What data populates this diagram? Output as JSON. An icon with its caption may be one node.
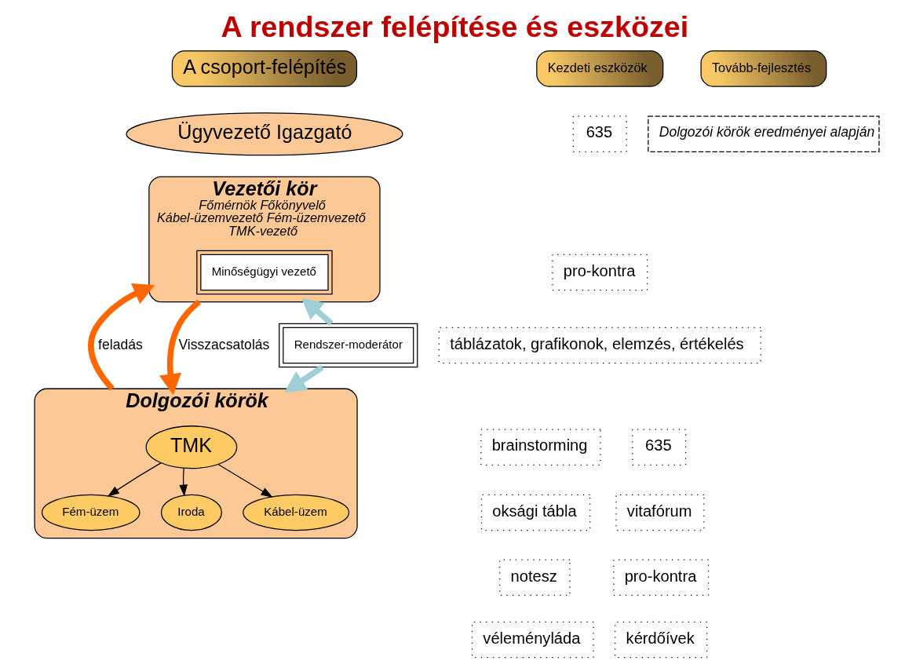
{
  "diagram": {
    "title": "A rendszer felépítése és eszközei",
    "nodes": [
      {
        "text": [
          "A csoport-felépítés"
        ]
      },
      {
        "text": [
          "Vezetői kör",
          "Főmérnök Főkönyvelő",
          "Kábel-üzemvezető Fém-üzemvezető",
          "TMK-vezető"
        ]
      },
      {
        "text": [
          "Ügyvezető Igazgató"
        ]
      },
      {
        "text": [
          "Minőségügyi vezető"
        ],
        "in": 1
      },
      {
        "text": [
          "Dolgozói körök"
        ]
      },
      {
        "text": [
          "Kábel-üzem"
        ],
        "in": 4
      },
      {
        "text": [
          "Fém-üzem"
        ],
        "in": 4
      },
      {
        "text": [
          "Iroda"
        ],
        "in": 4
      },
      {
        "text": [
          "TMK"
        ],
        "in": 4
      },
      {
        "text": [
          "Rendszer-moderátor"
        ]
      },
      {
        "text": [
          "Kezdeti eszközök"
        ]
      },
      {
        "text": [
          "Tovább-fejlesztés"
        ]
      },
      {
        "text": [
          "635"
        ]
      },
      {
        "text": [
          "pro-kontra"
        ]
      },
      {
        "text": [
          "Dolgozói körök eredményei alapján"
        ]
      },
      {
        "text": [
          "táblázatok, grafikonok, elemzés, értékelés"
        ]
      },
      {
        "text": [
          "brainstorming"
        ]
      },
      {
        "text": [
          "oksági tábla"
        ]
      },
      {
        "text": [
          "notesz"
        ]
      },
      {
        "text": [
          "véleményláda"
        ]
      },
      {
        "text": [
          "635"
        ]
      },
      {
        "text": [
          "vitafórum"
        ]
      },
      {
        "text": [
          "pro-kontra"
        ]
      },
      {
        "text": [
          "kérdőívek"
        ]
      }
    ],
    "edges": [
      {
        "from": 8,
        "to": 5,
        "arrow": "to"
      },
      {
        "from": 8,
        "to": 6,
        "arrow": "to"
      },
      {
        "from": 8,
        "to": 7,
        "arrow": "to"
      },
      {
        "from": 4,
        "to": 1,
        "arrow": "to",
        "label": "feladás",
        "color": "#ff6600"
      },
      {
        "from": 1,
        "to": 4,
        "arrow": "to",
        "label": "Visszacsatolás",
        "color": "#ff6600"
      },
      {
        "from": 9,
        "to": 1,
        "arrow": "to",
        "color": "#9fcfd6"
      },
      {
        "from": 9,
        "to": 4,
        "arrow": "to",
        "color": "#9fcfd6"
      }
    ]
  }
}
